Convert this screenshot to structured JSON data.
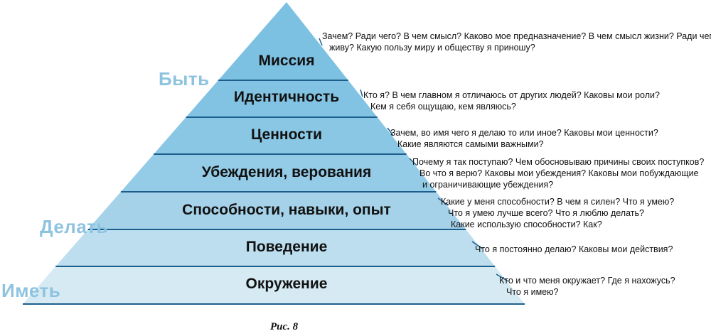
{
  "side_labels": {
    "be": "Быть",
    "do": "Делать",
    "have": "Иметь"
  },
  "levels": [
    {
      "name": "Миссия",
      "color": "#7cc0e2"
    },
    {
      "name": "Идентичность",
      "color": "#82c3e3"
    },
    {
      "name": "Ценности",
      "color": "#8ac7e5"
    },
    {
      "name": "Убеждения, верования",
      "color": "#94cbe7"
    },
    {
      "name": "Способности, навыки, опыт",
      "color": "#a6d2e9"
    },
    {
      "name": "Поведение",
      "color": "#bcdeee"
    },
    {
      "name": "Окружение",
      "color": "#d6eaf3"
    }
  ],
  "questions": [
    {
      "lines": [
        "Зачем? Ради чего? В чем смысл? Каково мое предназначение? В чем смысл жизни? Ради чего я",
        "живу? Какую пользу миру и обществу я приношу?"
      ]
    },
    {
      "lines": [
        "Кто я? В чем главном я отличаюсь от других людей? Каковы мои роли?",
        "Кем я себя ощущаю, кем являюсь?"
      ]
    },
    {
      "lines": [
        "Зачем, во имя чего я делаю то или иное? Каковы мои ценности?",
        "Какие являются самыми важными?"
      ]
    },
    {
      "lines": [
        "Почему я так поступаю? Чем обосновываю причины своих поступков?",
        "Во что я верю? Каковы мои убеждения? Каковы мои побуждающие",
        "и ограничивающие убеждения?"
      ]
    },
    {
      "lines": [
        "Какие у меня способности? В чем я силен? Что я умею?",
        "Что я умею лучше всего? Что я люблю делать?",
        "Какие использую способности? Как?"
      ]
    },
    {
      "lines": [
        "Что я постоянно делаю? Каковы мои действия?"
      ]
    },
    {
      "lines": [
        "Кто и что меня окружает? Где я нахожусь?",
        "Что я имею?"
      ]
    }
  ],
  "caption": "Рис. 8",
  "colors": {
    "divider": "#1d5f8c",
    "outline": "#1d5f8c",
    "side_label": "#8ec3df"
  }
}
